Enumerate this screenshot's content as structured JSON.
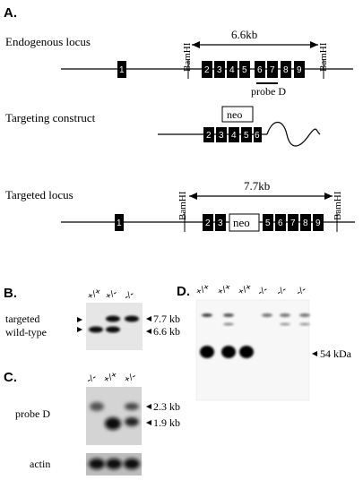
{
  "panel_A": {
    "letter": "A.",
    "endogenous": {
      "label": "Endogenous locus",
      "bamhi_left": "BamHI",
      "bamhi_right": "BamHI",
      "size": "6.6kb",
      "exons": [
        "1",
        "2",
        "3",
        "4",
        "5",
        "6",
        "7",
        "8",
        "9"
      ],
      "probe_label": "probe D"
    },
    "construct": {
      "label": "Targeting construct",
      "neo": "neo",
      "exons": [
        "2",
        "3",
        "4",
        "5",
        "6"
      ]
    },
    "targeted": {
      "label": "Targeted locus",
      "bamhi_left": "BamHI",
      "bamhi_right": "BamHI",
      "size": "7.7kb",
      "exons": [
        "1",
        "2",
        "3",
        "5",
        "6",
        "7",
        "8",
        "9"
      ],
      "neo": "neo"
    }
  },
  "panel_B": {
    "letter": "B.",
    "lanes": [
      "+/+",
      "+/-",
      "-/-"
    ],
    "label_top": "targeted",
    "label_bottom": "wild-type",
    "band_top": "7.7 kb",
    "band_bottom": "6.6 kb"
  },
  "panel_C": {
    "letter": "C.",
    "lanes": [
      "-/-",
      "+/+",
      "+/-"
    ],
    "probe_label": "probe D",
    "band_top": "2.3 kb",
    "band_bottom": "1.9 kb",
    "control_label": "actin"
  },
  "panel_D": {
    "letter": "D.",
    "lanes": [
      "+/+",
      "+/+",
      "+/+",
      "-/-",
      "-/-",
      "-/-"
    ],
    "band_label": "54 kDa"
  }
}
